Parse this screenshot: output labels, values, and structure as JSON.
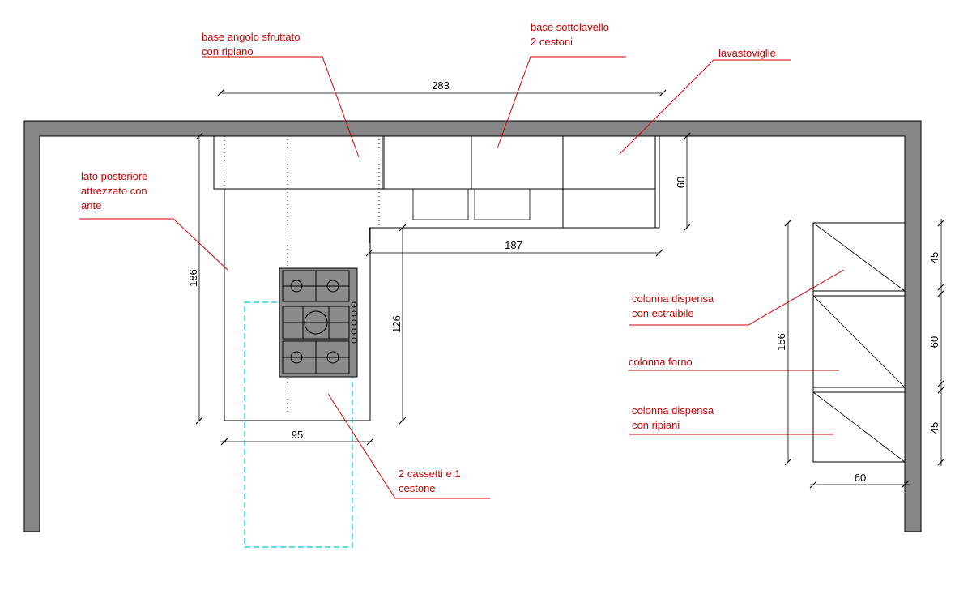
{
  "labels": {
    "base_angolo": [
      "base angolo sfruttato",
      "con ripiano"
    ],
    "base_sottolavello": [
      "base sottolavello",
      "2 cestoni"
    ],
    "lavastoviglie": [
      "lavastoviglie"
    ],
    "lato_posteriore": [
      "lato posteriore",
      "attrezzato con",
      "ante"
    ],
    "colonna_dispensa_estraibile": [
      "colonna dispensa",
      "con estraibile"
    ],
    "colonna_forno": [
      "colonna forno"
    ],
    "colonna_dispensa_ripiani": [
      "colonna dispensa",
      "con ripiani"
    ],
    "cassetti_cestone": [
      "2 cassetti e 1",
      "cestone"
    ]
  },
  "dimensions": {
    "top_length": "283",
    "right_depth": "60",
    "inner_length": "187",
    "island_height": "186",
    "island_inner_height": "126",
    "island_width": "95",
    "columns_total": "156",
    "col_top": "45",
    "col_middle": "60",
    "col_bottom": "45",
    "columns_depth": "60"
  },
  "colors": {
    "label": "#d00000",
    "wall": "#868686",
    "clearance": "#00c8d8"
  }
}
